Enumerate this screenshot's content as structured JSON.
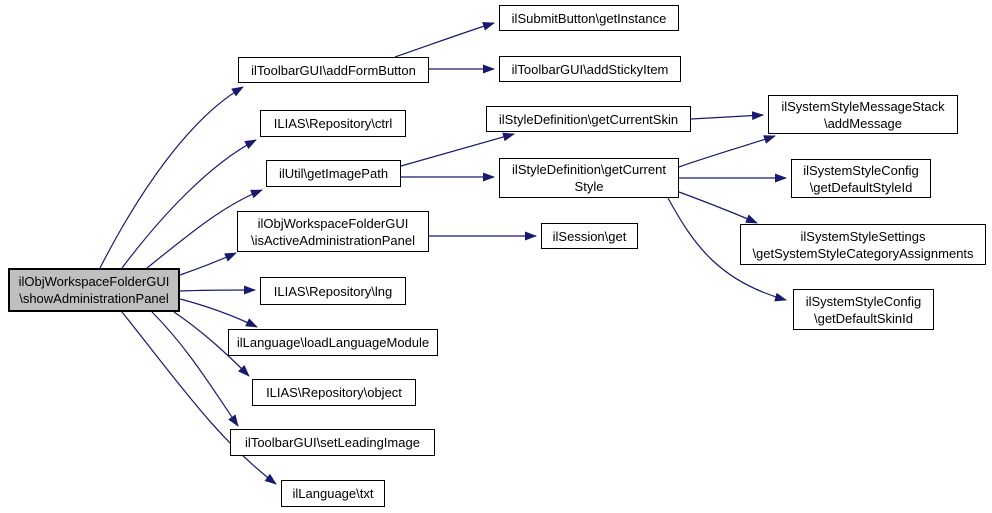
{
  "diagram": {
    "type": "call-graph",
    "background_color": "#ffffff",
    "edge_color": "#191970",
    "node_border_color": "#000000",
    "node_fill_color": "#ffffff",
    "root_fill_color": "#bfbfbf",
    "nodes": {
      "show_administration_panel": {
        "lines": [
          "ilObjWorkspaceFolderGUI",
          "\\showAdministrationPanel"
        ]
      },
      "add_form_button": {
        "lines": [
          "ilToolbarGUI\\addFormButton"
        ]
      },
      "repository_ctrl": {
        "lines": [
          "ILIAS\\Repository\\ctrl"
        ]
      },
      "get_image_path": {
        "lines": [
          "ilUtil\\getImagePath"
        ]
      },
      "is_active_administration_panel": {
        "lines": [
          "ilObjWorkspaceFolderGUI",
          "\\isActiveAdministrationPanel"
        ]
      },
      "repository_lng": {
        "lines": [
          "ILIAS\\Repository\\lng"
        ]
      },
      "load_language_module": {
        "lines": [
          "ilLanguage\\loadLanguageModule"
        ]
      },
      "repository_object": {
        "lines": [
          "ILIAS\\Repository\\object"
        ]
      },
      "set_leading_image": {
        "lines": [
          "ilToolbarGUI\\setLeadingImage"
        ]
      },
      "language_txt": {
        "lines": [
          "ilLanguage\\txt"
        ]
      },
      "submit_button_get_instance": {
        "lines": [
          "ilSubmitButton\\getInstance"
        ]
      },
      "add_sticky_item": {
        "lines": [
          "ilToolbarGUI\\addStickyItem"
        ]
      },
      "get_current_skin": {
        "lines": [
          "ilStyleDefinition\\getCurrentSkin"
        ]
      },
      "get_current_style": {
        "lines": [
          "ilStyleDefinition\\getCurrent",
          "Style"
        ]
      },
      "session_get": {
        "lines": [
          "ilSession\\get"
        ]
      },
      "add_message": {
        "lines": [
          "ilSystemStyleMessageStack",
          "\\addMessage"
        ]
      },
      "get_default_style_id": {
        "lines": [
          "ilSystemStyleConfig",
          "\\getDefaultStyleId"
        ]
      },
      "get_system_style_category_assignments": {
        "lines": [
          "ilSystemStyleSettings",
          "\\getSystemStyleCategoryAssignments"
        ]
      },
      "get_default_skin_id": {
        "lines": [
          "ilSystemStyleConfig",
          "\\getDefaultSkinId"
        ]
      }
    },
    "edges": [
      {
        "from": "show_administration_panel",
        "to": "add_form_button"
      },
      {
        "from": "show_administration_panel",
        "to": "repository_ctrl"
      },
      {
        "from": "show_administration_panel",
        "to": "get_image_path"
      },
      {
        "from": "show_administration_panel",
        "to": "is_active_administration_panel"
      },
      {
        "from": "show_administration_panel",
        "to": "repository_lng"
      },
      {
        "from": "show_administration_panel",
        "to": "load_language_module"
      },
      {
        "from": "show_administration_panel",
        "to": "repository_object"
      },
      {
        "from": "show_administration_panel",
        "to": "set_leading_image"
      },
      {
        "from": "show_administration_panel",
        "to": "language_txt"
      },
      {
        "from": "add_form_button",
        "to": "submit_button_get_instance"
      },
      {
        "from": "add_form_button",
        "to": "add_sticky_item"
      },
      {
        "from": "get_image_path",
        "to": "get_current_skin"
      },
      {
        "from": "get_image_path",
        "to": "get_current_style"
      },
      {
        "from": "is_active_administration_panel",
        "to": "session_get"
      },
      {
        "from": "get_current_skin",
        "to": "add_message"
      },
      {
        "from": "get_current_style",
        "to": "add_message"
      },
      {
        "from": "get_current_style",
        "to": "get_default_style_id"
      },
      {
        "from": "get_current_style",
        "to": "get_system_style_category_assignments"
      },
      {
        "from": "get_current_style",
        "to": "get_default_skin_id"
      }
    ]
  }
}
